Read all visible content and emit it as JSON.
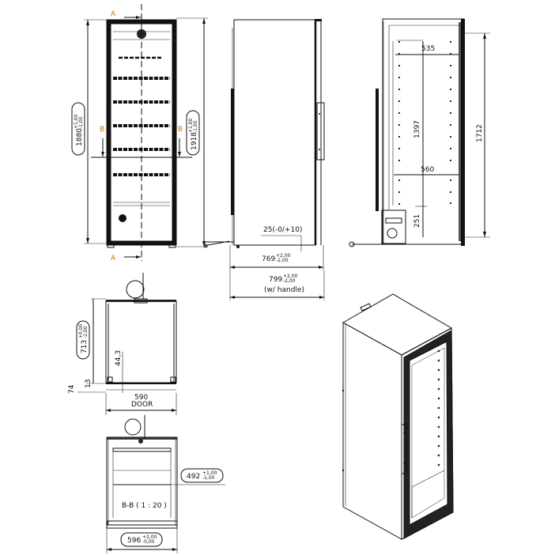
{
  "drawing": {
    "front_view": {
      "section_marker_top": "A",
      "section_marker_bottom": "A",
      "section_marker_left": "B",
      "section_marker_right": "B",
      "height_overall": {
        "value": "1880",
        "tol_plus": "+1,00",
        "tol_minus": "-1,00"
      },
      "height_with_feet": {
        "value": "1918",
        "tol_plus": "+1,00",
        "tol_minus": "-1,00"
      }
    },
    "side_view": {
      "foot_adjust": "25(-0/+10)",
      "depth": {
        "value": "769",
        "tol_plus": "+2,00",
        "tol_minus": "-2,00"
      },
      "depth_handle": {
        "value": "799",
        "tol_plus": "+2,00",
        "tol_minus": "-2,00"
      },
      "handle_note": "(w/ handle)"
    },
    "section_a_view": {
      "top_width": "535",
      "inner_height": "1397",
      "inner_width": "560",
      "bottom_height": "251",
      "total_inner_height": "1712"
    },
    "top_view": {
      "door_depth": {
        "value": "713",
        "tol_plus": "+0,00",
        "tol_minus": "-2,00"
      },
      "offset": "44,3",
      "gap": "13",
      "door_thickness": "74",
      "door_width": "590",
      "door_label": "DOOR"
    },
    "section_b_view": {
      "inner_width": {
        "value": "492",
        "tol_plus": "+1,00",
        "tol_minus": "-1,00"
      },
      "title": "B-B ( 1 : 20 )",
      "outer_width": {
        "value": "596",
        "tol_plus": "+2,00",
        "tol_minus": "-0,00"
      }
    },
    "isometric_view": {
      "label": "isometric-cabinet"
    }
  }
}
